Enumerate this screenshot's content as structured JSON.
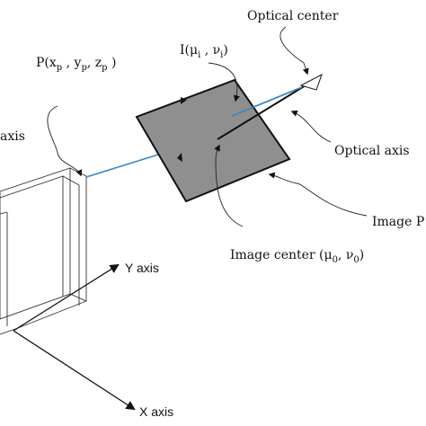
{
  "labels": {
    "optical_center": "Optical center",
    "point_p_prefix": "P(x",
    "point_p_sub_x": "p",
    "point_p_mid_y": " , y",
    "point_p_sub_y": "p",
    "point_p_mid_z": ", z",
    "point_p_sub_z": "p",
    "point_p_suffix": " )",
    "image_point_prefix": "I(μ",
    "image_point_sub_mu": "i",
    "image_point_mid": " , ν",
    "image_point_sub_nu": "i",
    "image_point_suffix": ")",
    "world_axis_partial": "axis",
    "optical_axis": "Optical axis",
    "image_plane_partial": "Image P",
    "image_center_prefix": "Image center (μ",
    "image_center_sub_mu": "0",
    "image_center_mid": ", ν",
    "image_center_sub_nu": "0",
    "image_center_suffix": ")",
    "y_axis": "Y axis",
    "x_axis": "X axis"
  },
  "colors": {
    "image_plane_fill": "#8f8f8f",
    "image_plane_stroke": "#111111",
    "projection_ray": "#3a87c5",
    "optical_axis_line": "#111111",
    "frame_lines": "#333333"
  },
  "icons": {
    "optical_center_marker": "arrowhead-icon",
    "plane_direction_marker": "triangle-arrow-icon"
  }
}
